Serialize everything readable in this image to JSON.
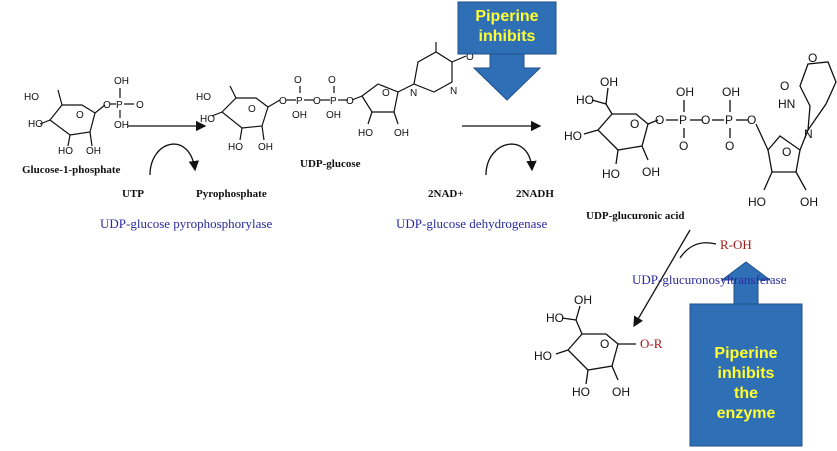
{
  "labels": {
    "glucose_1_phosphate": "Glucose-1-phosphate",
    "udp_glucose": "UDP-glucose",
    "udp_glucuronic_acid": "UDP-glucuronic acid",
    "utp": "UTP",
    "pyrophosphate": "Pyrophosphate",
    "nad": "2NAD+",
    "nadh": "2NADH",
    "roh": "R-OH",
    "or": "O-R"
  },
  "enzymes": {
    "e1": "UDP-glucose pyrophosphorylase",
    "e2": "UDP-glucose dehydrogenase",
    "e3": "UDP-glucuronosyltransferase"
  },
  "callouts": {
    "top": [
      "Piperine",
      "inhibits"
    ],
    "bottom": [
      "Piperine",
      "inhibits",
      "the",
      "enzyme"
    ]
  },
  "colors": {
    "callout_fill": "#2f6fb6",
    "callout_text": "#ffff33",
    "enzyme_text": "#2a2aa0",
    "substituent_red": "#a01818"
  },
  "atoms": {
    "ho": "HO",
    "oh": "OH",
    "o": "O",
    "p": "P",
    "n": "N",
    "hn": "HN"
  }
}
